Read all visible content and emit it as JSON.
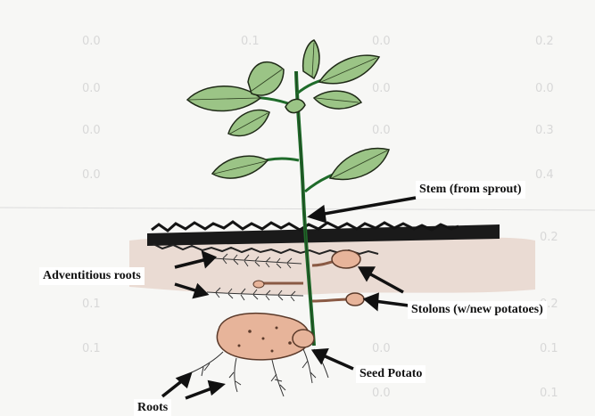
{
  "labels": {
    "stem": "Stem (from sprout)",
    "adventitious_roots": "Adventitious roots",
    "stolons": "Stolons (w/new potatoes)",
    "seed_potato": "Seed Potato",
    "roots": "Roots"
  },
  "colors": {
    "paper": "#f7f7f5",
    "leaf_fill": "#9bc486",
    "leaf_outline": "#1f2a17",
    "stem": "#1f6b2a",
    "soil_band": "#e8d6cc",
    "soil_line": "#141414",
    "potato_fill": "#e7b49a",
    "ink": "#111111"
  }
}
